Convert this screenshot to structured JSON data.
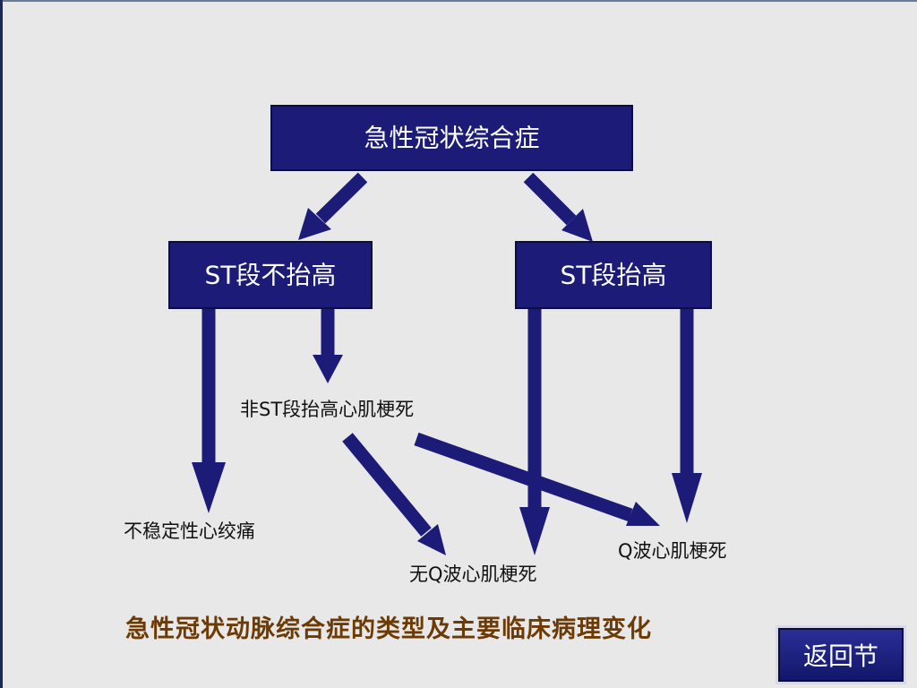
{
  "diagram": {
    "root": "急性冠状综合症",
    "branch_left": "ST段不抬高",
    "branch_right": "ST段抬高",
    "nstemi": "非ST段抬高心肌梗死",
    "unstable_angina": "不稳定性心绞痛",
    "non_q_mi": "无Q波心肌梗死",
    "q_mi": "Q波心肌梗死"
  },
  "caption": "急性冠状动脉综合症的类型及主要临床病理变化",
  "nav": {
    "back_label": "返回节"
  },
  "colors": {
    "box_fill": "#1c1c78",
    "background": "#e8e8e8",
    "caption": "#6b3a05"
  }
}
